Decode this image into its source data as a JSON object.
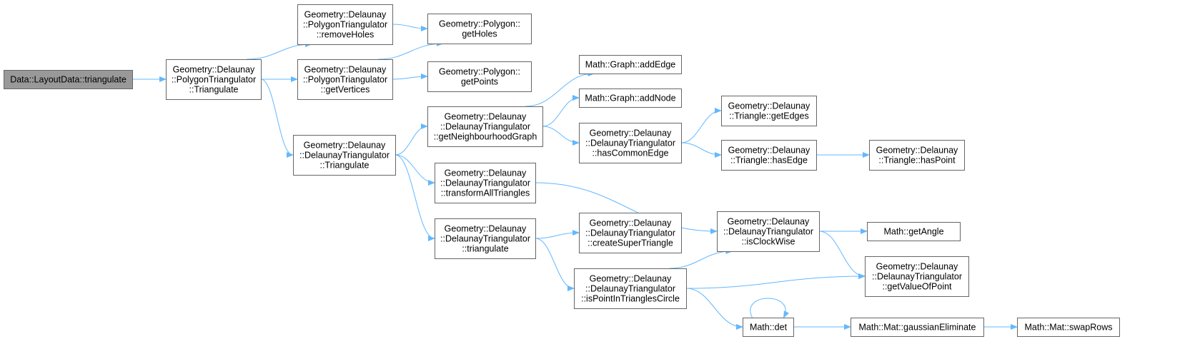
{
  "graph": {
    "nodes": [
      {
        "id": "layout-triangulate",
        "lines": [
          "Data::LayoutData::triangulate"
        ],
        "highlight": true
      },
      {
        "id": "polytri-triangulate",
        "lines": [
          "Geometry::Delaunay",
          "::PolygonTriangulator",
          "::Triangulate"
        ]
      },
      {
        "id": "polytri-removeholes",
        "lines": [
          "Geometry::Delaunay",
          "::PolygonTriangulator",
          "::removeHoles"
        ]
      },
      {
        "id": "polytri-getvertices",
        "lines": [
          "Geometry::Delaunay",
          "::PolygonTriangulator",
          "::getVertices"
        ]
      },
      {
        "id": "polygon-getholes",
        "lines": [
          "Geometry::Polygon::",
          "getHoles"
        ]
      },
      {
        "id": "polygon-getpoints",
        "lines": [
          "Geometry::Polygon::",
          "getPoints"
        ]
      },
      {
        "id": "deltri-triangulate",
        "lines": [
          "Geometry::Delaunay",
          "::DelaunayTriangulator",
          "::Triangulate"
        ]
      },
      {
        "id": "deltri-getneighbourhoodgraph",
        "lines": [
          "Geometry::Delaunay",
          "::DelaunayTriangulator",
          "::getNeighbourhoodGraph"
        ]
      },
      {
        "id": "deltri-transformalltriangles",
        "lines": [
          "Geometry::Delaunay",
          "::DelaunayTriangulator",
          "::transformAllTriangles"
        ]
      },
      {
        "id": "deltri-triangulate-lower",
        "lines": [
          "Geometry::Delaunay",
          "::DelaunayTriangulator",
          "::triangulate"
        ]
      },
      {
        "id": "graph-addedge",
        "lines": [
          "Math::Graph::addEdge"
        ]
      },
      {
        "id": "graph-addnode",
        "lines": [
          "Math::Graph::addNode"
        ]
      },
      {
        "id": "deltri-hascommonedge",
        "lines": [
          "Geometry::Delaunay",
          "::DelaunayTriangulator",
          "::hasCommonEdge"
        ]
      },
      {
        "id": "deltri-createsupertriangle",
        "lines": [
          "Geometry::Delaunay",
          "::DelaunayTriangulator",
          "::createSuperTriangle"
        ]
      },
      {
        "id": "deltri-ispointintrianglescircle",
        "lines": [
          "Geometry::Delaunay",
          "::DelaunayTriangulator",
          "::isPointInTrianglesCircle"
        ]
      },
      {
        "id": "triangle-getedges",
        "lines": [
          "Geometry::Delaunay",
          "::Triangle::getEdges"
        ]
      },
      {
        "id": "triangle-hasedge",
        "lines": [
          "Geometry::Delaunay",
          "::Triangle::hasEdge"
        ]
      },
      {
        "id": "deltri-isclockwise",
        "lines": [
          "Geometry::Delaunay",
          "::DelaunayTriangulator",
          "::isClockWise"
        ]
      },
      {
        "id": "math-det",
        "lines": [
          "Math::det"
        ]
      },
      {
        "id": "triangle-haspoint",
        "lines": [
          "Geometry::Delaunay",
          "::Triangle::hasPoint"
        ]
      },
      {
        "id": "math-getangle",
        "lines": [
          "Math::getAngle"
        ]
      },
      {
        "id": "deltri-getvalueofpoint",
        "lines": [
          "Geometry::Delaunay",
          "::DelaunayTriangulator",
          "::getValueOfPoint"
        ]
      },
      {
        "id": "mat-gaussianeliminate",
        "lines": [
          "Math::Mat::gaussianEliminate"
        ]
      },
      {
        "id": "mat-swaprows",
        "lines": [
          "Math::Mat::swapRows"
        ]
      }
    ],
    "edges": [
      {
        "from": "layout-triangulate",
        "to": "polytri-triangulate"
      },
      {
        "from": "polytri-triangulate",
        "to": "polytri-removeholes"
      },
      {
        "from": "polytri-triangulate",
        "to": "polytri-getvertices"
      },
      {
        "from": "polytri-triangulate",
        "to": "deltri-triangulate"
      },
      {
        "from": "polytri-removeholes",
        "to": "polygon-getholes"
      },
      {
        "from": "polytri-getvertices",
        "to": "polygon-getholes"
      },
      {
        "from": "polytri-getvertices",
        "to": "polygon-getpoints"
      },
      {
        "from": "deltri-triangulate",
        "to": "deltri-getneighbourhoodgraph"
      },
      {
        "from": "deltri-triangulate",
        "to": "deltri-transformalltriangles"
      },
      {
        "from": "deltri-triangulate",
        "to": "deltri-triangulate-lower"
      },
      {
        "from": "deltri-getneighbourhoodgraph",
        "to": "graph-addedge"
      },
      {
        "from": "deltri-getneighbourhoodgraph",
        "to": "graph-addnode"
      },
      {
        "from": "deltri-getneighbourhoodgraph",
        "to": "deltri-hascommonedge"
      },
      {
        "from": "deltri-hascommonedge",
        "to": "triangle-getedges"
      },
      {
        "from": "deltri-hascommonedge",
        "to": "triangle-hasedge"
      },
      {
        "from": "triangle-hasedge",
        "to": "triangle-haspoint"
      },
      {
        "from": "deltri-transformalltriangles",
        "to": "deltri-isclockwise"
      },
      {
        "from": "deltri-triangulate-lower",
        "to": "deltri-createsupertriangle"
      },
      {
        "from": "deltri-triangulate-lower",
        "to": "deltri-ispointintrianglescircle"
      },
      {
        "from": "deltri-ispointintrianglescircle",
        "to": "deltri-isclockwise"
      },
      {
        "from": "deltri-ispointintrianglescircle",
        "to": "deltri-getvalueofpoint"
      },
      {
        "from": "deltri-ispointintrianglescircle",
        "to": "math-det"
      },
      {
        "from": "deltri-isclockwise",
        "to": "math-getangle"
      },
      {
        "from": "deltri-isclockwise",
        "to": "deltri-getvalueofpoint"
      },
      {
        "from": "math-det",
        "to": "math-det"
      },
      {
        "from": "math-det",
        "to": "mat-gaussianeliminate"
      },
      {
        "from": "mat-gaussianeliminate",
        "to": "mat-swaprows"
      }
    ]
  },
  "colors": {
    "edge": "#63b8ff",
    "node_border": "#666666",
    "node_fill": "#ffffff",
    "highlight_fill": "#999999",
    "highlight_border": "#666666"
  }
}
